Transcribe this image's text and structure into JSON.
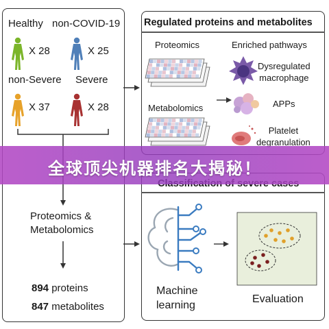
{
  "left": {
    "groups": [
      {
        "label": "Healthy",
        "count": "X 28",
        "color": "#7bb52a"
      },
      {
        "label": "non-COVID-19",
        "count": "X 25",
        "color": "#4f7fb8"
      },
      {
        "label": "non-Severe",
        "count": "X 37",
        "color": "#e7a22a"
      },
      {
        "label": "Severe",
        "count": "X 28",
        "color": "#a83232"
      }
    ],
    "omics_label": "Proteomics &\nMetabolomics",
    "proteins_count": "894",
    "proteins_word": "proteins",
    "metabolites_count": "847",
    "metabolites_word": "metabolites"
  },
  "top_right": {
    "title": "Regulated proteins and metabolites",
    "proteomics": "Proteomics",
    "metabolomics": "Metabolomics",
    "enriched": "Enriched pathways",
    "pathways": [
      {
        "label": "Dysregulated\nmacrophage",
        "icon": "macrophage-icon"
      },
      {
        "label": "APPs",
        "icon": "app-proteins-icon"
      },
      {
        "label": "Platelet\ndegranulation",
        "icon": "platelet-icon"
      }
    ]
  },
  "bottom_right": {
    "title": "Classification of severe cases",
    "ml": "Machine\nlearning",
    "evaluation": "Evaluation"
  },
  "banner": {
    "text": "全球顶尖机器排名大揭秘！",
    "color": "#b248c4"
  }
}
